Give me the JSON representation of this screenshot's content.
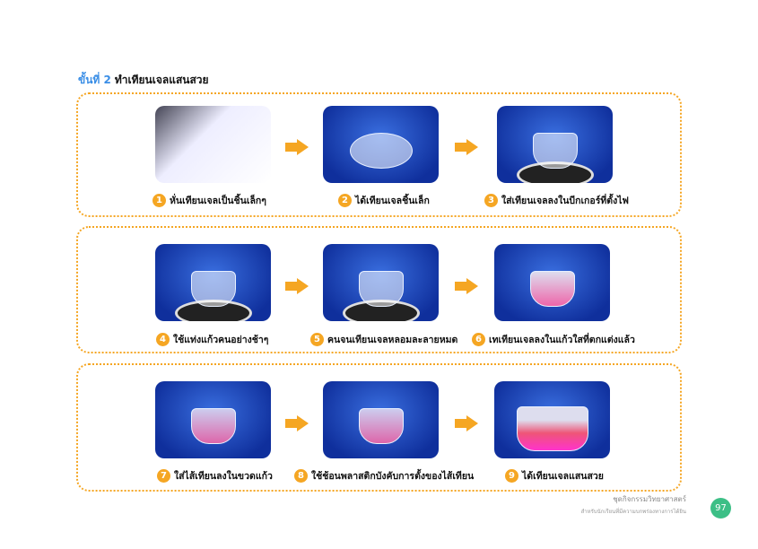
{
  "title": {
    "step": "ขั้นที่ 2",
    "text": "ทำเทียนเจลแสนสวย"
  },
  "steps": [
    {
      "n": "1",
      "label": "หั่นเทียนเจลเป็นชิ้นเล็กๆ"
    },
    {
      "n": "2",
      "label": "ได้เทียนเจลชิ้นเล็ก"
    },
    {
      "n": "3",
      "label": "ใส่เทียนเจลลงในบีกเกอร์ที่ตั้งไฟ"
    },
    {
      "n": "4",
      "label": "ใช้แท่งแก้วคนอย่างช้าๆ"
    },
    {
      "n": "5",
      "label": "คนจนเทียนเจลหลอมละลายหมด"
    },
    {
      "n": "6",
      "label": "เทเทียนเจลลงในแก้วใสที่ตกแต่งแล้ว"
    },
    {
      "n": "7",
      "label": "ใส่ไส้เทียนลงในขวดแก้ว"
    },
    {
      "n": "8",
      "label": "ใช้ช้อนพลาสติกบังคับการตั้งของไส้เทียน"
    },
    {
      "n": "9",
      "label": "ได้เทียนเจลแสนสวย"
    }
  ],
  "footer": {
    "book": "ชุดกิจกรรมวิทยาศาสตร์",
    "sub": "สำหรับนักเรียนที่มีความบกพร่องทางการได้ยิน",
    "page": "97"
  }
}
